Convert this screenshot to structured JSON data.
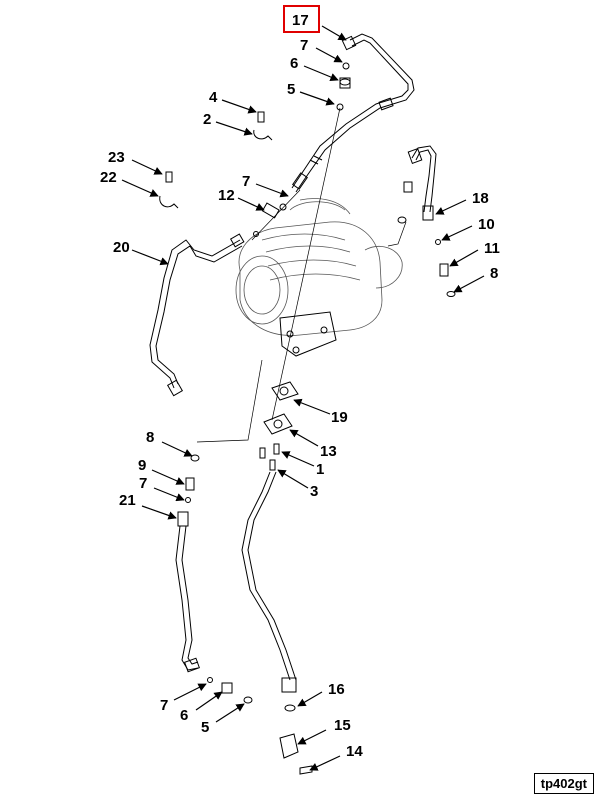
{
  "diagram": {
    "figure_id": "tp402gt",
    "highlight_color": "#e00000",
    "highlighted_callout": "17",
    "callouts": [
      {
        "id": "c17",
        "label": "17"
      },
      {
        "id": "c7a",
        "label": "7"
      },
      {
        "id": "c6a",
        "label": "6"
      },
      {
        "id": "c5a",
        "label": "5"
      },
      {
        "id": "c4",
        "label": "4"
      },
      {
        "id": "c2",
        "label": "2"
      },
      {
        "id": "c23",
        "label": "23"
      },
      {
        "id": "c22",
        "label": "22"
      },
      {
        "id": "c7b",
        "label": "7"
      },
      {
        "id": "c12",
        "label": "12"
      },
      {
        "id": "c20",
        "label": "20"
      },
      {
        "id": "c18",
        "label": "18"
      },
      {
        "id": "c10",
        "label": "10"
      },
      {
        "id": "c11",
        "label": "11"
      },
      {
        "id": "c8a",
        "label": "8"
      },
      {
        "id": "c19",
        "label": "19"
      },
      {
        "id": "c13",
        "label": "13"
      },
      {
        "id": "c1",
        "label": "1"
      },
      {
        "id": "c3",
        "label": "3"
      },
      {
        "id": "c8b",
        "label": "8"
      },
      {
        "id": "c9",
        "label": "9"
      },
      {
        "id": "c7c",
        "label": "7"
      },
      {
        "id": "c21",
        "label": "21"
      },
      {
        "id": "c7d",
        "label": "7"
      },
      {
        "id": "c6b",
        "label": "6"
      },
      {
        "id": "c5b",
        "label": "5"
      },
      {
        "id": "c16",
        "label": "16"
      },
      {
        "id": "c15",
        "label": "15"
      },
      {
        "id": "c14",
        "label": "14"
      }
    ]
  }
}
